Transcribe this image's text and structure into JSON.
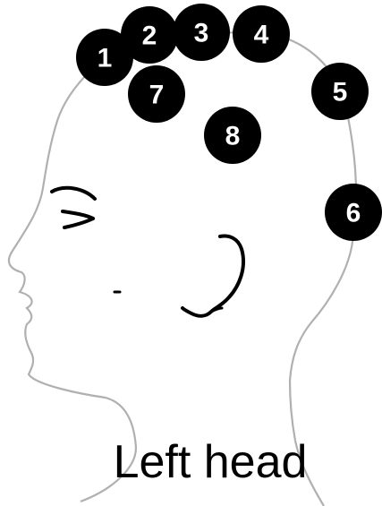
{
  "caption": "Left head",
  "colors": {
    "outline": "#b0b0b0",
    "feature": "#000000",
    "marker_fill": "#000000",
    "marker_text": "#ffffff"
  },
  "markers": [
    {
      "label": "1"
    },
    {
      "label": "2"
    },
    {
      "label": "3"
    },
    {
      "label": "4"
    },
    {
      "label": "5"
    },
    {
      "label": "6"
    },
    {
      "label": "7"
    },
    {
      "label": "8"
    }
  ]
}
